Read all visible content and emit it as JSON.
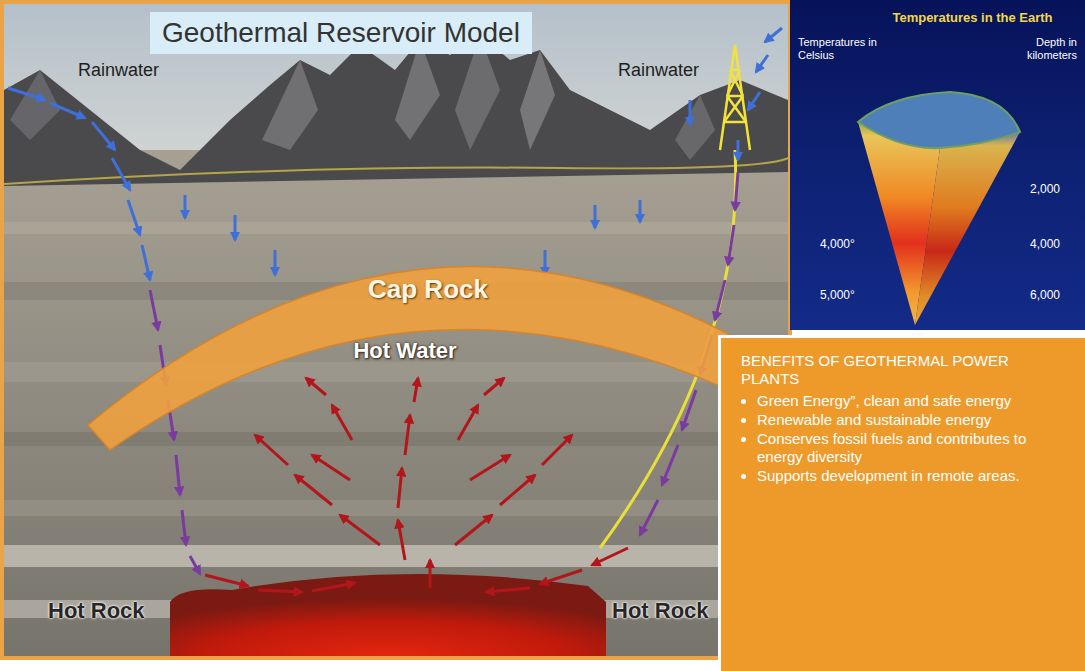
{
  "diagram": {
    "title": "Geothermal Reservoir Model",
    "nodes": [
      {
        "text": [
          "Temperatures in the Earth",
          "Temperatures in Celsius",
          "Depth in kilometers",
          "2,000",
          "4,000°",
          "4,000",
          "5,000°",
          "6,000"
        ]
      },
      {
        "text": [
          "Cap Rock"
        ]
      },
      {
        "text": [
          "BENEFITS OF GEOTHERMAL POWER PLANTS",
          "Green Energy”, clean and safe energy",
          "Renewable and sustainable energy",
          "Conserves fossil fuels and contributes to energy diversity",
          "Supports development in remote areas."
        ]
      }
    ],
    "labels": [
      "Rainwater",
      "Rainwater",
      "Hot Water",
      "Hot Rock",
      "Hot Rock"
    ]
  }
}
